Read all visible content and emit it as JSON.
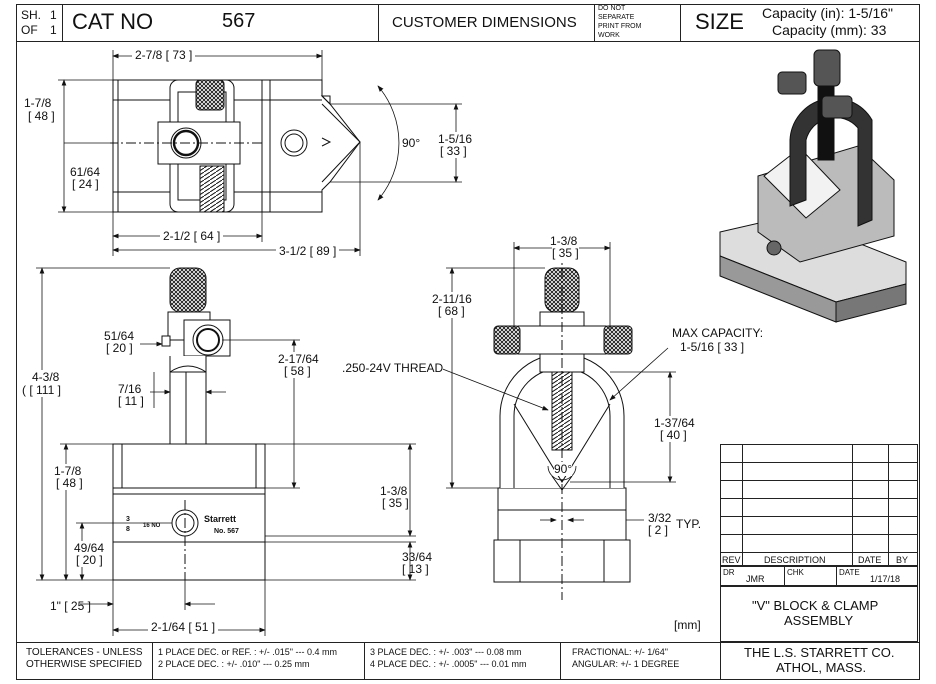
{
  "header": {
    "sheet_label": "SH.",
    "sheet_num": "1",
    "of_label": "OF",
    "of_num": "1",
    "cat_label": "CAT NO",
    "cat_value": "567",
    "title": "CUSTOMER DIMENSIONS",
    "note_line1": "DO NOT",
    "note_line2": "SEPARATE",
    "note_line3": "PRINT FROM",
    "note_line4": "WORK",
    "size_label": "SIZE",
    "capacity_in": "Capacity (in): 1-5/16\"",
    "capacity_mm": "Capacity (mm): 33"
  },
  "top_view": {
    "dim_width": "2-7/8 [ 73 ]",
    "dim_height_a": "1-7/8",
    "dim_height_a_mm": "[ 48 ]",
    "dim_height_b": "61/64",
    "dim_height_b_mm": "[ 24 ]",
    "dim_angle": "90°",
    "dim_v": "1-5/16",
    "dim_v_mm": "[ 33 ]",
    "dim_len_a": "2-1/2 [ 64 ]",
    "dim_len_b": "3-1/2 [ 89 ]"
  },
  "front_view": {
    "dim_total": "4-3/8",
    "dim_total_mm": "( [ 111 ]",
    "dim_a": "51/64",
    "dim_a_mm": "[ 20 ]",
    "dim_b": "7/16",
    "dim_b_mm": "[ 11 ]",
    "dim_c": "2-17/64",
    "dim_c_mm": "[ 58 ]",
    "dim_d": "1-7/8",
    "dim_d_mm": "[ 48 ]",
    "dim_e": "1-3/8",
    "dim_e_mm": "[ 35 ]",
    "dim_f": "49/64",
    "dim_f_mm": "[ 20 ]",
    "dim_g": "33/64",
    "dim_g_mm": "[ 13 ]",
    "dim_h": "1\" [ 25 ]",
    "dim_i": "2-1/64 [ 51 ]",
    "marking_brand": "Starrett",
    "marking_model": "No. 567",
    "marking_size": "16 NO",
    "marking_frac_top": "3",
    "marking_frac_bot": "8"
  },
  "side_view": {
    "dim_width": "1-3/8",
    "dim_width_mm": "[ 35 ]",
    "dim_height": "2-11/16",
    "dim_height_mm": "[ 68 ]",
    "thread": ".250-24V THREAD",
    "max_cap_label": "MAX CAPACITY:",
    "max_cap_value": "1-5/16 [ 33 ]",
    "dim_j": "1-37/64",
    "dim_j_mm": "[ 40 ]",
    "angle": "90°",
    "dim_k": "3/32",
    "dim_k_mm": "[ 2 ]",
    "typ": "TYP."
  },
  "units_note": "[mm]",
  "revision_table": {
    "rev": "REV",
    "description": "DESCRIPTION",
    "date": "DATE",
    "by": "BY",
    "dr_label": "DR",
    "dr_value": "JMR",
    "chk_label": "CHK",
    "date_label": "DATE",
    "date_value": "1/17/18"
  },
  "part_title_1": "\"V\" BLOCK & CLAMP",
  "part_title_2": "ASSEMBLY",
  "company_1": "THE L.S. STARRETT CO.",
  "company_2": "ATHOL, MASS.",
  "tolerances": {
    "label_1": "TOLERANCES - UNLESS",
    "label_2": "OTHERWISE SPECIFIED",
    "one_place": "1 PLACE DEC. or REF. : +/- .015\" --- 0.4 mm",
    "two_place": "2 PLACE DEC. : +/- .010\" --- 0.25 mm",
    "three_place": "3 PLACE DEC. : +/- .003\" --- 0.08 mm",
    "four_place": "4 PLACE DEC. : +/- .0005\" --- 0.01 mm",
    "fractional": "FRACTIONAL: +/- 1/64\"",
    "angular": "ANGULAR: +/- 1 DEGREE"
  }
}
